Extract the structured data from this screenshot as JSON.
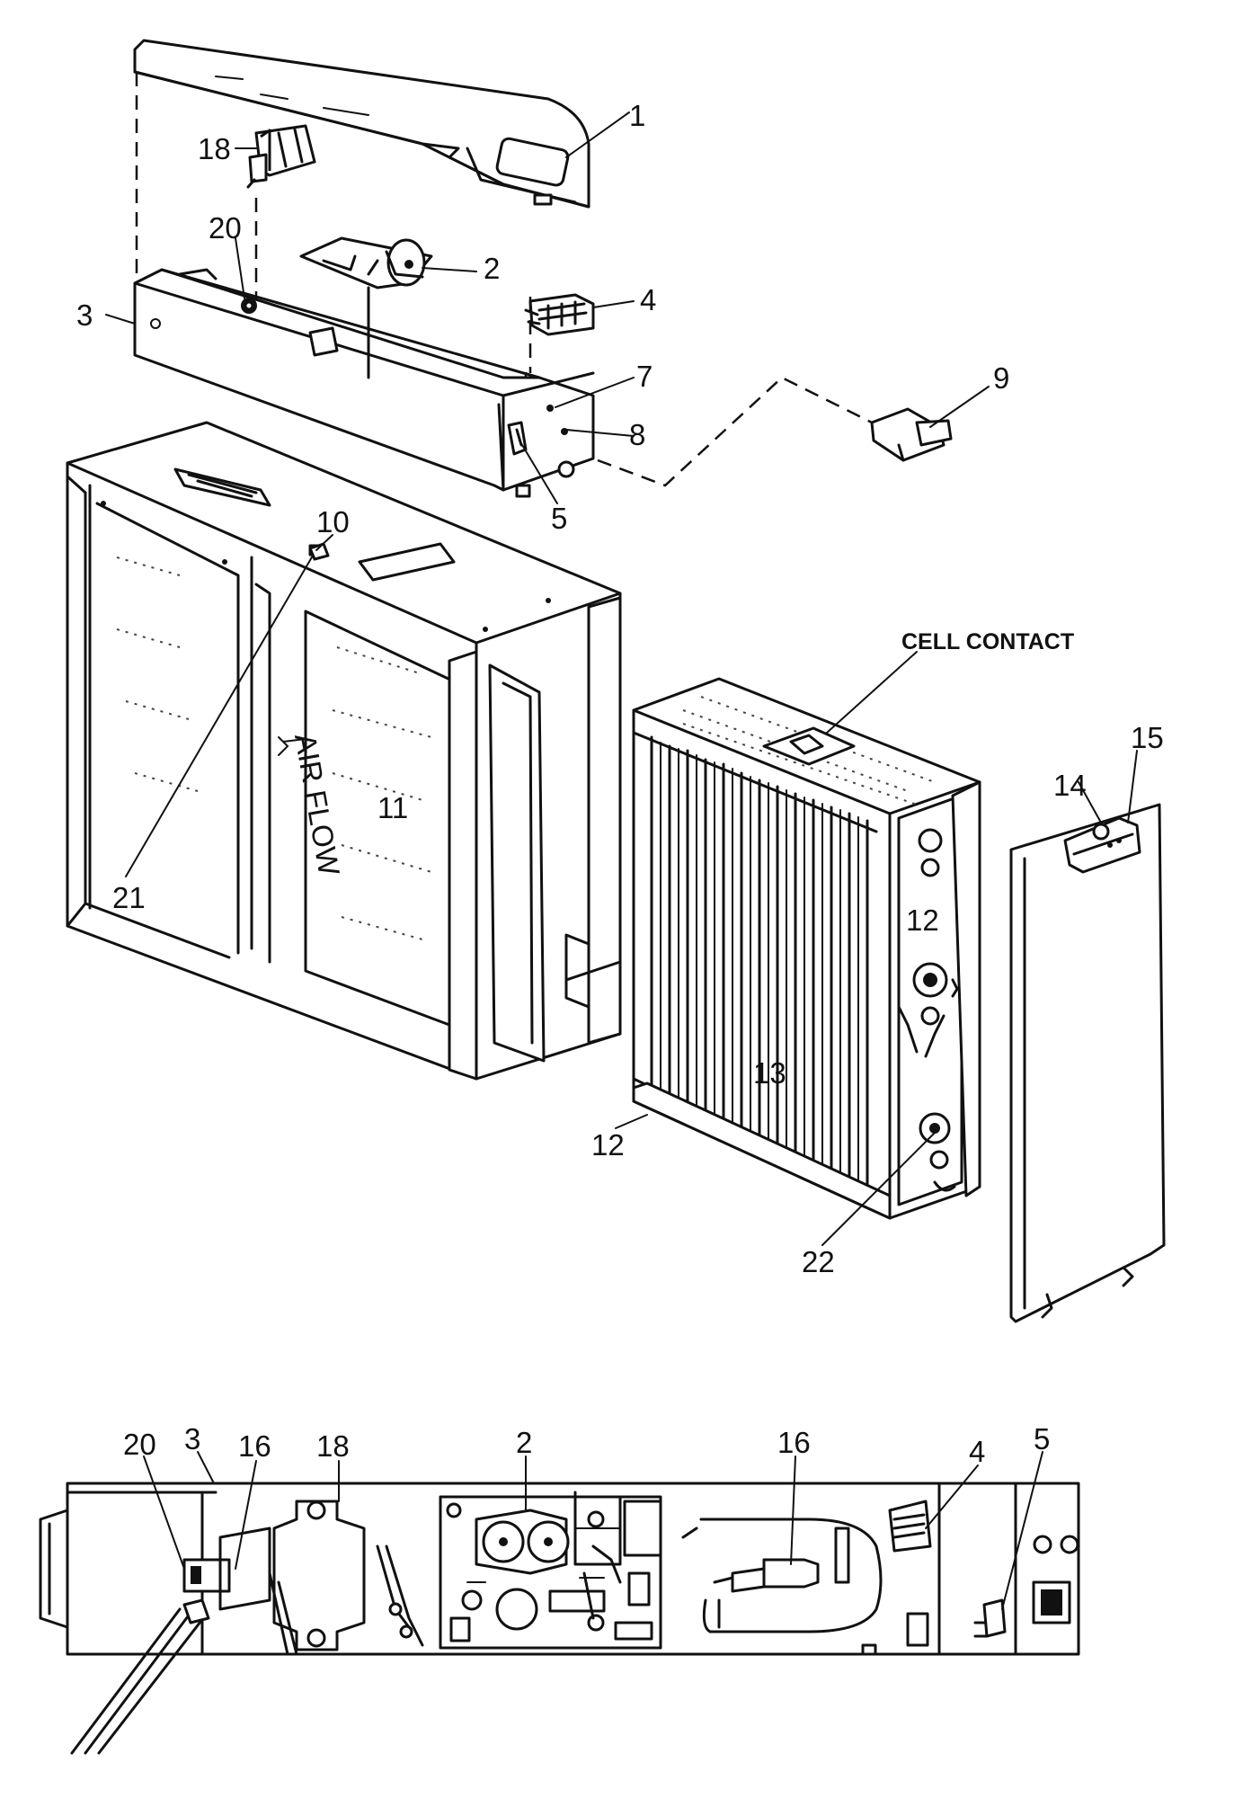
{
  "callouts": {
    "c1": "1",
    "c2": "2",
    "c3": "3",
    "c4": "4",
    "c5": "5",
    "c7": "7",
    "c8": "8",
    "c9": "9",
    "c10": "10",
    "c11": "11",
    "c12a": "12",
    "c12b": "12",
    "c13": "13",
    "c14": "14",
    "c15": "15",
    "c18": "18",
    "c20": "20",
    "c21": "21",
    "c22": "22",
    "cell_contact": "CELL CONTACT"
  },
  "detail_callouts": {
    "c3": "3",
    "c20": "20",
    "c16a": "16",
    "c18": "18",
    "c2": "2",
    "c16b": "16",
    "c4": "4",
    "c5": "5"
  },
  "airflow_arrow_text": "AIR FLOW"
}
